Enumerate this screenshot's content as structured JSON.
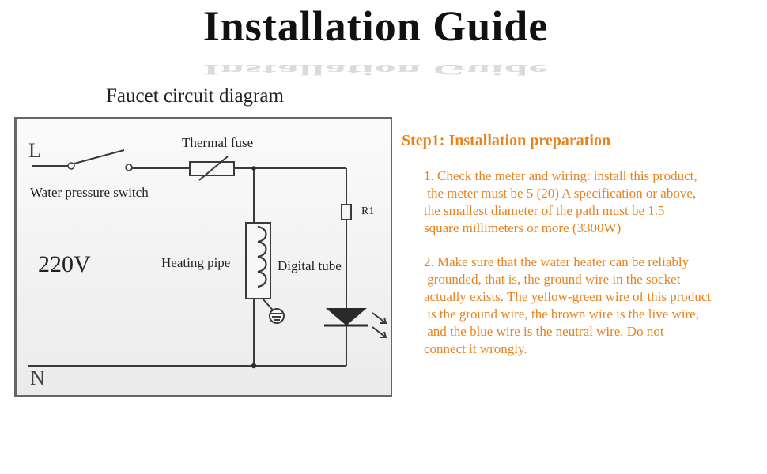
{
  "header": {
    "title": "Installation Guide"
  },
  "diagram": {
    "heading": "Faucet circuit diagram",
    "labels": {
      "live": "L",
      "neutral": "N",
      "switch": "Water pressure switch",
      "fuse": "Thermal fuse",
      "voltage": "220V",
      "heating": "Heating pipe",
      "digital": "Digital tube",
      "resistor": "R1"
    }
  },
  "instructions": {
    "step_title": "Step1:  Installation preparation",
    "paragraphs": [
      "1. Check the meter and wiring: install this product,\n the meter must be 5 (20) A specification or above,\nthe smallest diameter of the path must be 1.5\nsquare millimeters or more (3300W)",
      "2. Make sure that the water heater can be reliably\n grounded, that is, the ground wire in the socket\nactually exists. The yellow-green wire of this product\n is the ground wire, the brown wire is the live wire,\n and the blue wire is the neutral wire. Do not\nconnect it wrongly."
    ]
  }
}
